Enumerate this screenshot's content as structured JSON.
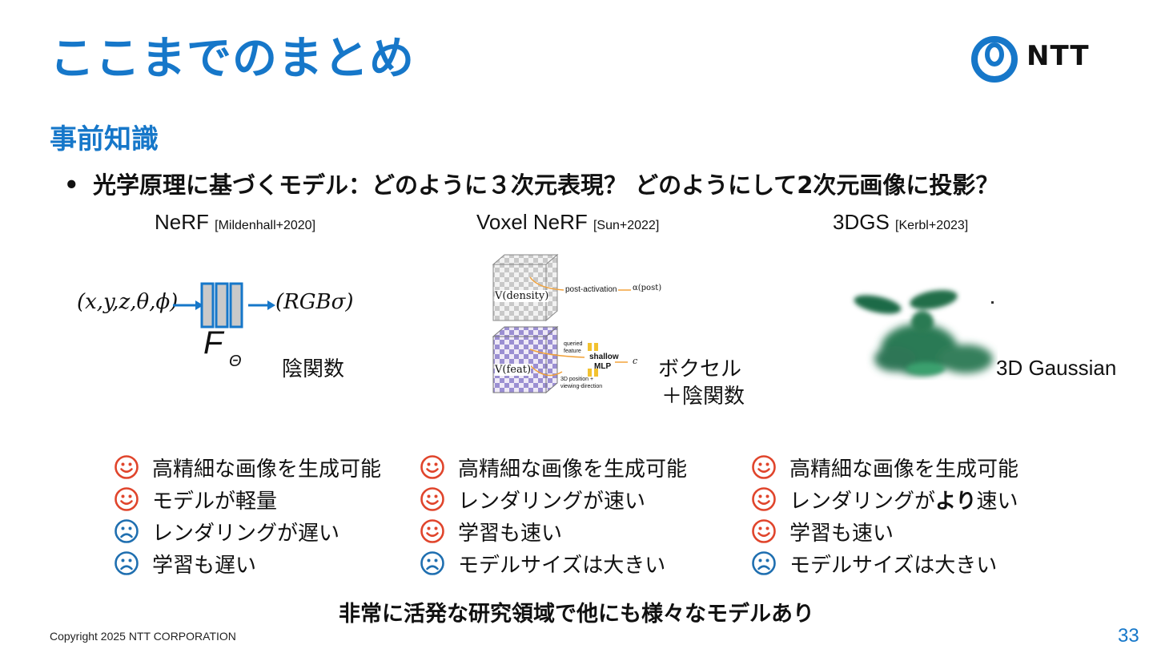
{
  "slide": {
    "title": "ここまでのまとめ",
    "section": "事前知識",
    "bullet": "光学原理に基づくモデル：どのように３次元表現？ どのようにして2次元画像に投影？",
    "footer_note": "非常に活発な研究領域で他にも様々なモデルあり",
    "copyright": "Copyright 2025 NTT CORPORATION",
    "page_number": "33"
  },
  "logo": {
    "text": "NTT"
  },
  "colors": {
    "accent": "#1677c9",
    "happy": "#e0452c",
    "sad": "#1f6fb0"
  },
  "columns": [
    {
      "name": "NeRF",
      "ref": "[Mildenhall+2020]",
      "figure": {
        "input": "(x,y,z,θ,ϕ)",
        "output": "(RGBσ)",
        "func": "F",
        "func_sub": "Θ"
      },
      "caption": "陰関数",
      "items": [
        {
          "text": "高精細な画像を生成可能",
          "icon": "happy-face-icon"
        },
        {
          "text": "モデルが軽量",
          "icon": "happy-face-icon"
        },
        {
          "text": "レンダリングが遅い",
          "icon": "sad-face-icon"
        },
        {
          "text": "学習も遅い",
          "icon": "sad-face-icon"
        }
      ]
    },
    {
      "name": "Voxel NeRF",
      "ref": "[Sun+2022]",
      "figure": {
        "density_label": "V(density)",
        "feat_label": "V(feat)",
        "post_activation": "post-activation",
        "alpha": "α(post)",
        "queried": "queried",
        "feature": "feature",
        "shallow": "shallow",
        "mlp": "MLP",
        "out_c": "c",
        "pos1": "3D position +",
        "pos2": "viewing-direction"
      },
      "caption_line1": "ボクセル",
      "caption_line2": "＋陰関数",
      "items": [
        {
          "text": "高精細な画像を生成可能",
          "icon": "happy-face-icon"
        },
        {
          "text": "レンダリングが速い",
          "icon": "happy-face-icon"
        },
        {
          "text": "学習も速い",
          "icon": "happy-face-icon"
        },
        {
          "text": "モデルサイズは大きい",
          "icon": "sad-face-icon"
        }
      ]
    },
    {
      "name": "3DGS",
      "ref": "[Kerbl+2023]",
      "caption": "3D Gaussian",
      "items": [
        {
          "text": "高精細な画像を生成可能",
          "icon": "happy-face-icon"
        },
        {
          "pre": "レンダリングが",
          "bold": "より",
          "post": "速い",
          "icon": "happy-face-icon"
        },
        {
          "text": "学習も速い",
          "icon": "happy-face-icon"
        },
        {
          "text": "モデルサイズは大きい",
          "icon": "sad-face-icon"
        }
      ]
    }
  ]
}
